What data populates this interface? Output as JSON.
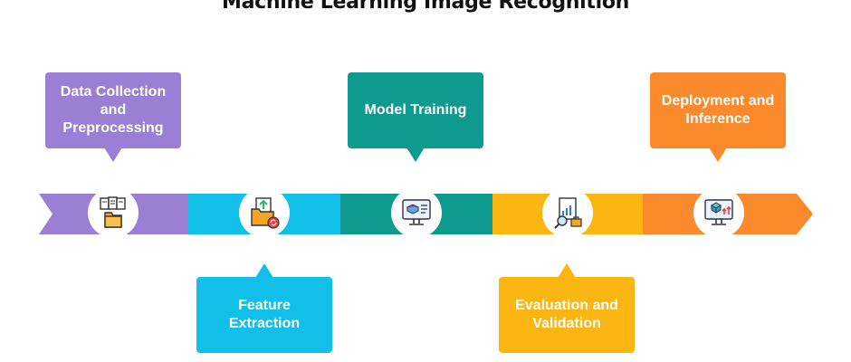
{
  "title": "Machine Learning Image Recognition",
  "colors": {
    "purple": "#9b7fd4",
    "cyan": "#11bfe8",
    "teal": "#0e9a8f",
    "yellow": "#fbb612",
    "orange": "#fb8a2c"
  },
  "steps": [
    {
      "label": "Data Collection and Preprocessing",
      "icon": "documents-folder-icon"
    },
    {
      "label": "Feature Extraction",
      "icon": "folder-upload-refresh-icon"
    },
    {
      "label": "Model Training",
      "icon": "monitor-model-icon"
    },
    {
      "label": "Evaluation and Validation",
      "icon": "report-magnifier-briefcase-icon"
    },
    {
      "label": "Deployment and Inference",
      "icon": "monitor-cube-arrows-icon"
    }
  ]
}
